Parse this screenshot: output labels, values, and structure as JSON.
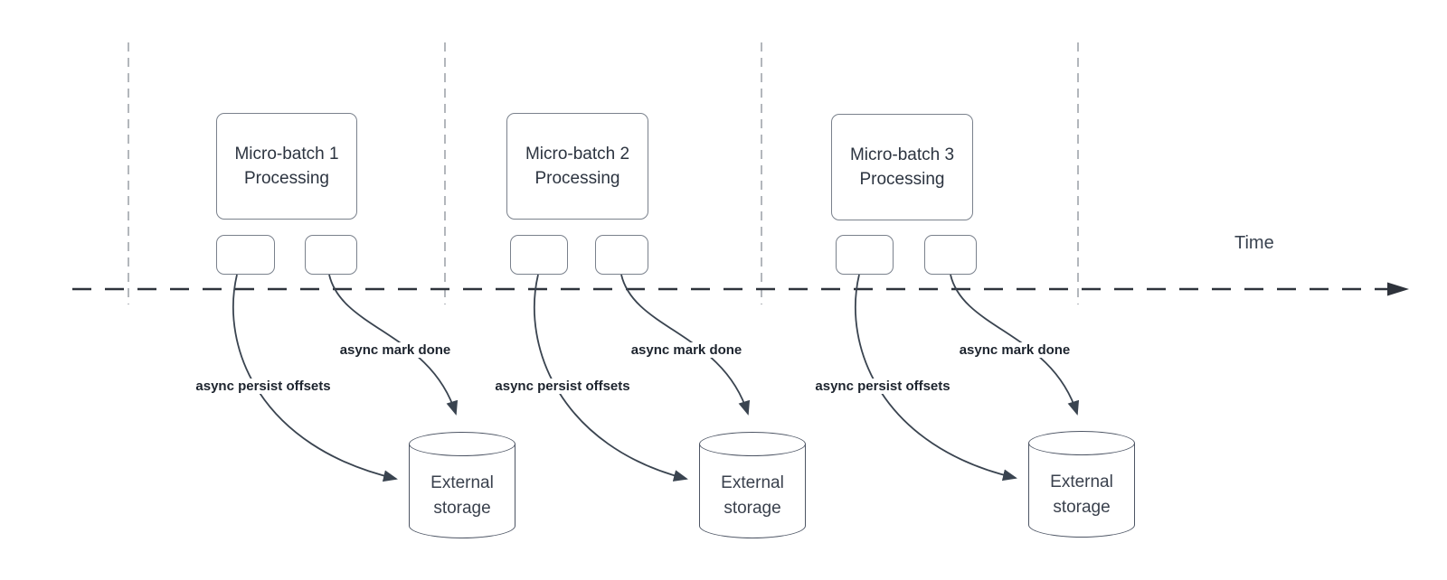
{
  "diagram": {
    "time_axis_label": "Time",
    "colors": {
      "arrow_line": "#3a4450",
      "divider_line": "#b3b7bc",
      "timeline_line": "#2e333b",
      "shape_border": "#7a818c",
      "text": "#2c3440"
    },
    "groups": [
      {
        "box_line1": "Micro-batch 1",
        "box_line2": "Processing",
        "persist_label": "async persist offsets",
        "done_label": "async mark done",
        "storage_line1": "External",
        "storage_line2": "storage"
      },
      {
        "box_line1": "Micro-batch 2",
        "box_line2": "Processing",
        "persist_label": "async persist offsets",
        "done_label": "async mark done",
        "storage_line1": "External",
        "storage_line2": "storage"
      },
      {
        "box_line1": "Micro-batch 3",
        "box_line2": "Processing",
        "persist_label": "async persist offsets",
        "done_label": "async mark done",
        "storage_line1": "External",
        "storage_line2": "storage"
      }
    ]
  }
}
